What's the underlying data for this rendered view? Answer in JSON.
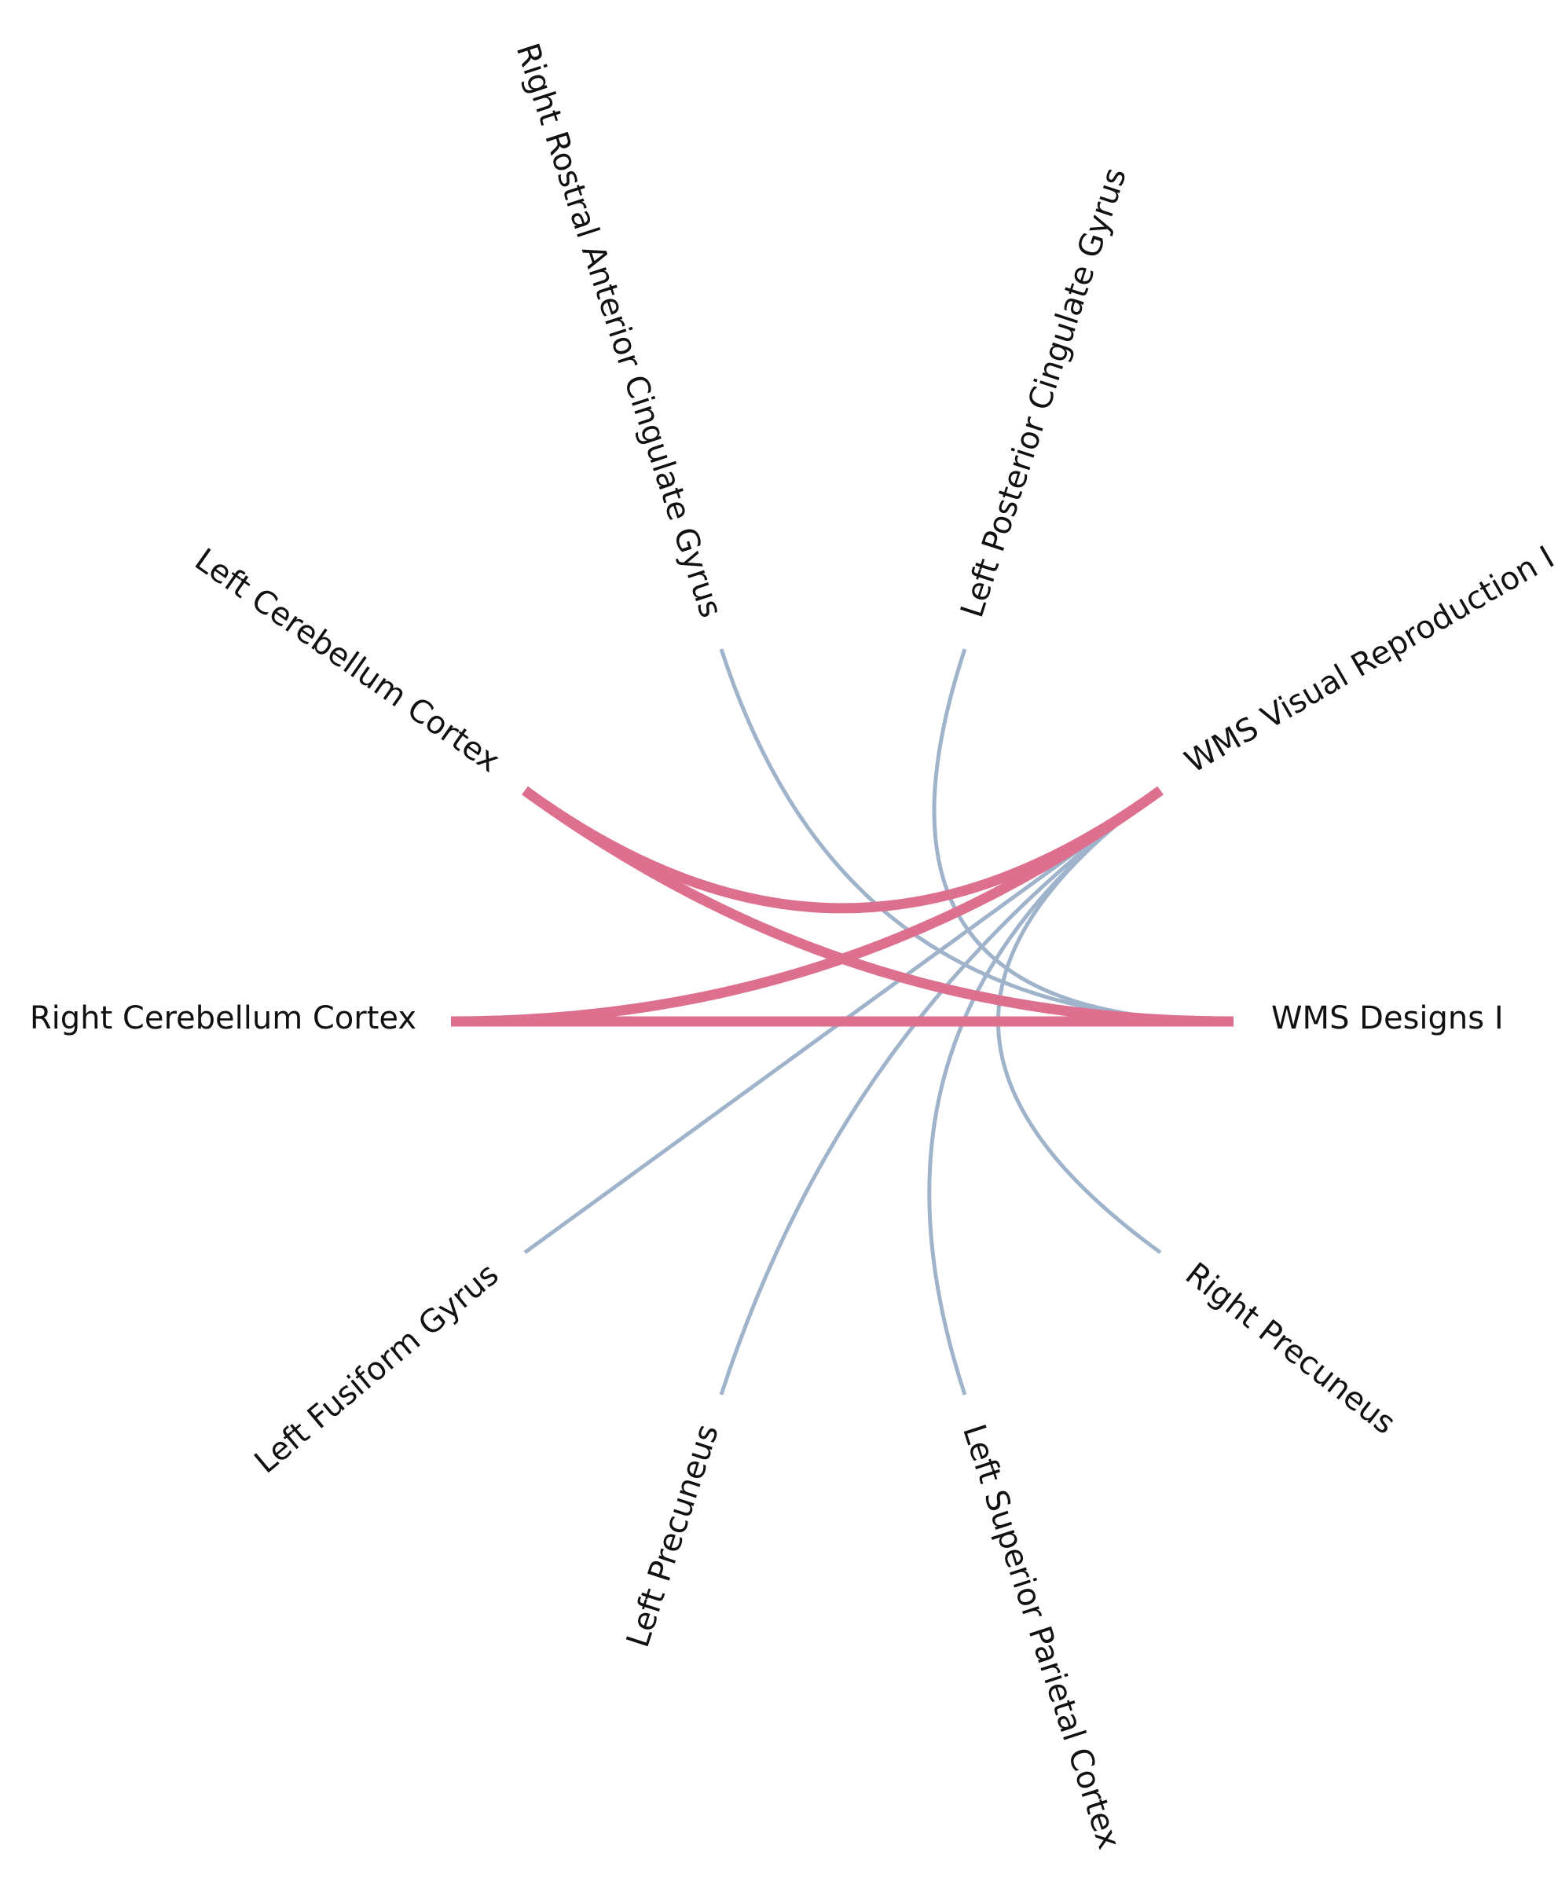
{
  "diagram": {
    "type": "chord",
    "colors": {
      "strong_edge": "#dd6f8f",
      "weak_edge": "#9fb4cb",
      "label_text": "#111111",
      "background": "#ffffff"
    },
    "nodes": [
      {
        "id": "wms_designs_i",
        "label": "WMS Designs I"
      },
      {
        "id": "wms_visual_reproduction_i",
        "label": "WMS Visual Reproduction I"
      },
      {
        "id": "left_posterior_cingulate_gyrus",
        "label": "Left Posterior Cingulate Gyrus"
      },
      {
        "id": "right_rostral_anterior_cingulate_gyrus",
        "label": "Right Rostral Anterior Cingulate Gyrus"
      },
      {
        "id": "left_cerebellum_cortex",
        "label": "Left Cerebellum Cortex"
      },
      {
        "id": "right_cerebellum_cortex",
        "label": "Right Cerebellum Cortex"
      },
      {
        "id": "left_fusiform_gyrus",
        "label": "Left Fusiform Gyrus"
      },
      {
        "id": "left_precuneus",
        "label": "Left Precuneus"
      },
      {
        "id": "left_superior_parietal_cortex",
        "label": "Left Superior Parietal Cortex"
      },
      {
        "id": "right_precuneus",
        "label": "Right Precuneus"
      }
    ],
    "edges": [
      {
        "source": "left_cerebellum_cortex",
        "target": "wms_designs_i",
        "strength": "strong"
      },
      {
        "source": "left_cerebellum_cortex",
        "target": "wms_visual_reproduction_i",
        "strength": "strong"
      },
      {
        "source": "right_cerebellum_cortex",
        "target": "wms_visual_reproduction_i",
        "strength": "strong"
      },
      {
        "source": "right_cerebellum_cortex",
        "target": "wms_designs_i",
        "strength": "strong"
      },
      {
        "source": "right_rostral_anterior_cingulate_gyrus",
        "target": "wms_designs_i",
        "strength": "weak"
      },
      {
        "source": "left_posterior_cingulate_gyrus",
        "target": "wms_designs_i",
        "strength": "weak"
      },
      {
        "source": "left_fusiform_gyrus",
        "target": "wms_visual_reproduction_i",
        "strength": "weak"
      },
      {
        "source": "left_precuneus",
        "target": "wms_visual_reproduction_i",
        "strength": "weak"
      },
      {
        "source": "left_superior_parietal_cortex",
        "target": "wms_visual_reproduction_i",
        "strength": "weak"
      },
      {
        "source": "right_precuneus",
        "target": "wms_visual_reproduction_i",
        "strength": "weak"
      }
    ]
  }
}
